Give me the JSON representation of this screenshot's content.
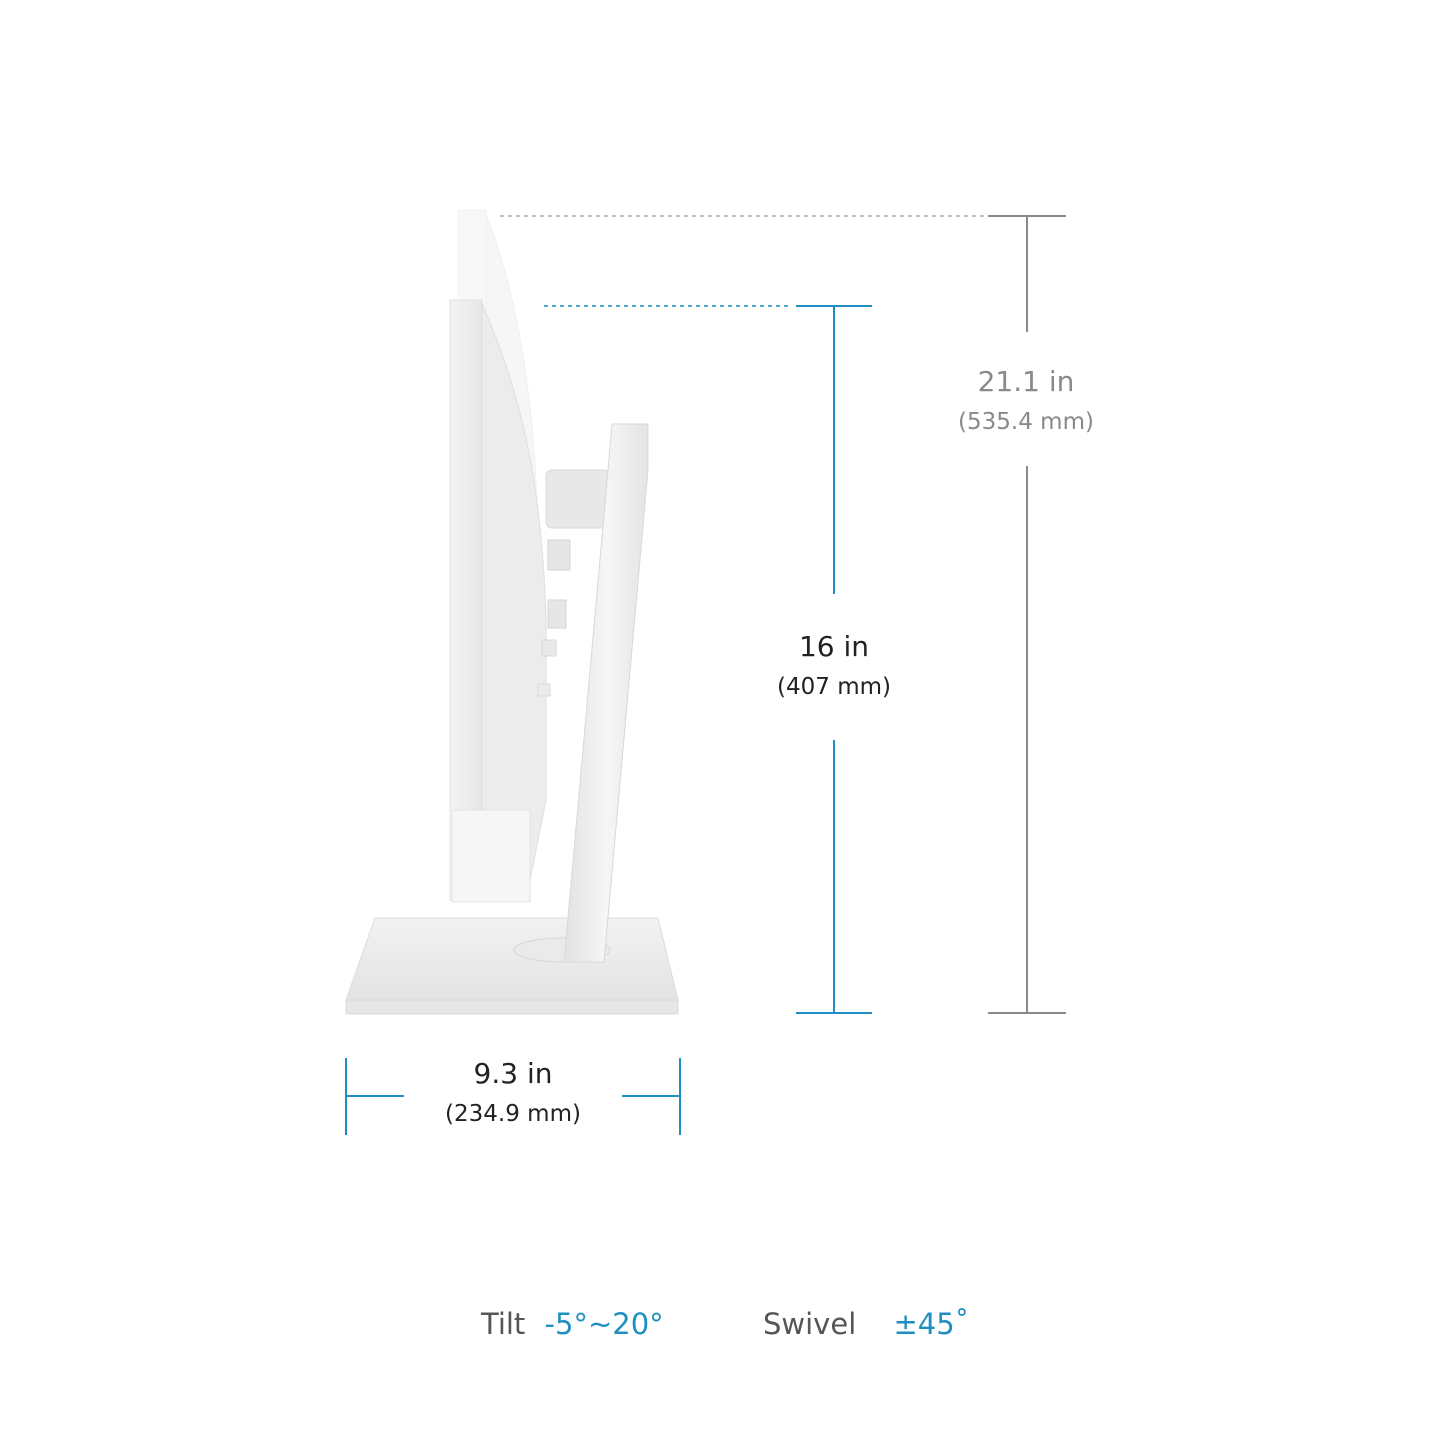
{
  "dimensions": {
    "max_height": {
      "value": "21.1 in",
      "metric": "(535.4 mm)"
    },
    "min_height": {
      "value": "16 in",
      "metric": "(407 mm)"
    },
    "base_depth": {
      "value": "9.3 in",
      "metric": "(234.9 mm)"
    }
  },
  "specs": {
    "tilt_label": "Tilt",
    "tilt_value": "-5°~20°",
    "swivel_label": "Swivel",
    "swivel_value": "±45˚"
  },
  "colors": {
    "accent": "#1e8fc0",
    "max_line": "#8a8a8a",
    "text_dark": "#222222",
    "product": "#eeeeee"
  }
}
